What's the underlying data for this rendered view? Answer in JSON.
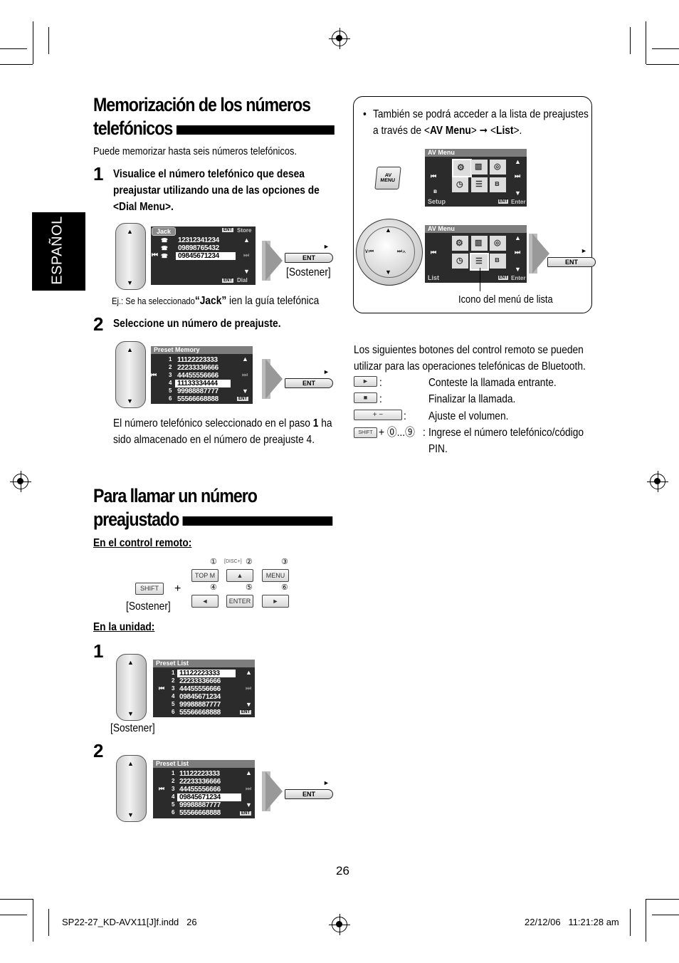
{
  "sidebar_tab": "ESPAÑOL",
  "section1": {
    "title_line1": "Memorización de los números",
    "title_line2": "telefónicos",
    "intro": "Puede memorizar hasta seis números telefónicos.",
    "step1_num": "1",
    "step1_line1": "Visualice el número telefónico que desea",
    "step1_line2": "preajustar utilizando una de las opciones de",
    "step1_line3": "<Dial Menu>.",
    "hold": "[Sostener]",
    "example_prefix": "Ej.: Se ha seleccionado",
    "example_bold": "“Jack”",
    "example_suffix": " ien la guía telefónica",
    "step2_num": "2",
    "step2_text": "Seleccione un número de preajuste.",
    "result_line1_a": "El número telefónico seleccionado en el paso ",
    "result_line1_b": "1",
    "result_line1_c": " ha",
    "result_line2": "sido almacenado en el número de preajuste 4."
  },
  "lcd_jack": {
    "tag": "Jack",
    "store_ent": "ENT",
    "store": "Store",
    "numbers": [
      "12312341234",
      "09898765432",
      "09845671234"
    ],
    "dial_ent": "ENT",
    "dial": "Dial"
  },
  "lcd_preset_memory": {
    "header": "Preset Memory",
    "numbers": [
      "11122223333",
      "22233336666",
      "44455556666",
      "11133334444",
      "99988887777",
      "55566668888"
    ],
    "indices": [
      "1",
      "2",
      "3",
      "4",
      "5",
      "6"
    ],
    "ent": "ENT"
  },
  "ent_label": "ENT",
  "note_box": {
    "bullet": "•",
    "line1": "También se podrá acceder a la lista de preajustes",
    "line2_a": "a través de <",
    "line2_b": "AV Menu",
    "line2_c": "> ",
    "line2_d": " <",
    "line2_e": "List",
    "line2_f": ">.",
    "av_button_line1": "AV",
    "av_button_line2": "MENU",
    "menu1_header": "AV Menu",
    "menu1_footer_left": "Setup",
    "menu1_footer_ent": "ENT",
    "menu1_footer_right": "Enter",
    "menu2_header": "AV Menu",
    "menu2_footer_left": "List",
    "menu2_footer_ent": "ENT",
    "menu2_footer_right": "Enter",
    "caption": "Icono del menú de lista"
  },
  "remote_text": {
    "intro_line1": "Los siguientes botones del control remoto se pueden",
    "intro_line2": "utilizar para las operaciones telefónicas de Bluetooth.",
    "items": [
      {
        "key": "►",
        "sep": ":",
        "desc": "Conteste la llamada entrante."
      },
      {
        "key": "■",
        "sep": ":",
        "desc": "Finalizar la llamada."
      },
      {
        "key": "+  −",
        "sep": ":",
        "desc": "Ajuste el volumen."
      },
      {
        "key": "SHIFT",
        "sep": ":",
        "desc": "Ingrese el número telefónico/código"
      }
    ],
    "plus_digits": "+ ⓪...⑨",
    "desc_last_line2": "PIN."
  },
  "section2": {
    "title_line1": "Para llamar un número",
    "title_line2": "preajustado",
    "sub_remote": "En el control remoto:",
    "shift": "SHIFT",
    "plus": "+",
    "hold": "[Sostener]",
    "keys": [
      {
        "num": "①",
        "label": "TOP M"
      },
      {
        "num": "②",
        "label": "▲",
        "tag": "[DISC+]"
      },
      {
        "num": "③",
        "label": "MENU"
      },
      {
        "num": "④",
        "label": "◄"
      },
      {
        "num": "⑤",
        "label": "ENTER"
      },
      {
        "num": "⑥",
        "label": "►"
      }
    ],
    "sub_unit": "En la unidad:",
    "step1_num": "1",
    "step2_num": "2",
    "hold2": "[Sostener]"
  },
  "lcd_preset_list1": {
    "header": "Preset List",
    "numbers": [
      "11122223333",
      "22233336666",
      "44455556666",
      "09845671234",
      "99988887777",
      "55566668888"
    ],
    "indices": [
      "1",
      "2",
      "3",
      "4",
      "5",
      "6"
    ],
    "ent": "ENT"
  },
  "lcd_preset_list2": {
    "header": "Preset List",
    "numbers": [
      "11122223333",
      "22233336666",
      "44455556666",
      "09845671234",
      "99988887777",
      "55566668888"
    ],
    "indices": [
      "1",
      "2",
      "3",
      "4",
      "5",
      "6"
    ],
    "ent": "ENT"
  },
  "page_number": "26",
  "footer_left": "SP22-27_KD-AVX11[J]f.indd   26",
  "footer_right": "22/12/06   11:21:28 am"
}
